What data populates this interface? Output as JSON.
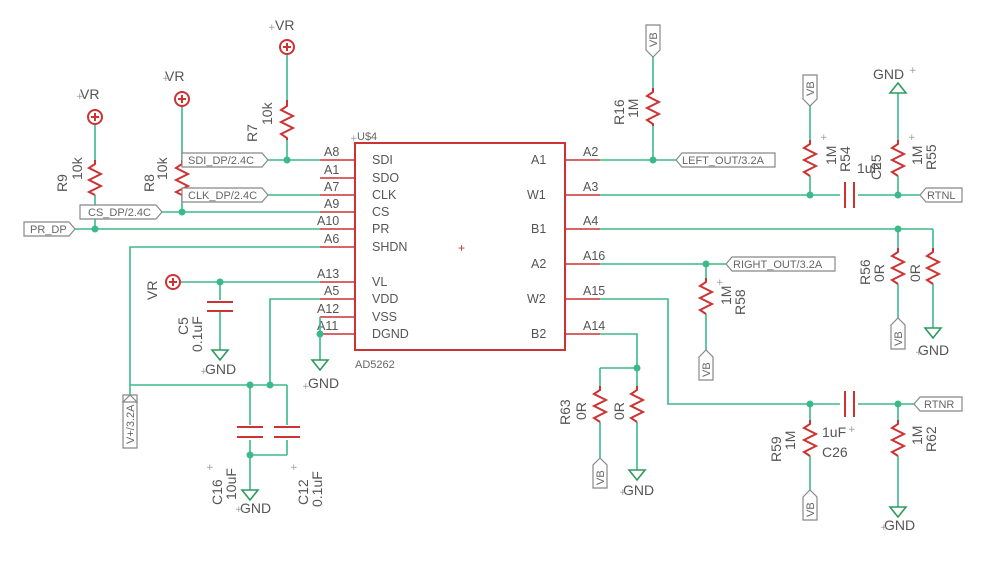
{
  "chip": {
    "ref": "U$4",
    "part": "AD5262",
    "left_pins": [
      {
        "name": "SDI",
        "net": "A8"
      },
      {
        "name": "SDO",
        "net": "A1"
      },
      {
        "name": "CLK",
        "net": "A7"
      },
      {
        "name": "CS",
        "net": "A9"
      },
      {
        "name": "PR",
        "net": "A10"
      },
      {
        "name": "SHDN",
        "net": "A6"
      },
      {
        "name": "VL",
        "net": "A13"
      },
      {
        "name": "VDD",
        "net": "A5"
      },
      {
        "name": "VSS",
        "net": "A12"
      },
      {
        "name": "DGND",
        "net": "A11"
      }
    ],
    "right_pins": [
      {
        "name": "A1",
        "net": "A2"
      },
      {
        "name": "W1",
        "net": "A3"
      },
      {
        "name": "B1",
        "net": "A4"
      },
      {
        "name": "A2",
        "net": "A16"
      },
      {
        "name": "W2",
        "net": "A15"
      },
      {
        "name": "B2",
        "net": "A14"
      }
    ]
  },
  "net_tags": {
    "sdi": "SDI_DP/2.4C",
    "clk": "CLK_DP/2.4C",
    "cs": "CS_DP/2.4C",
    "pr": "PR_DP",
    "vplus": "V+/3.2A",
    "left_out": "LEFT_OUT/3.2A",
    "right_out": "RIGHT_OUT/3.2A",
    "rtnl": "RTNL",
    "rtnr": "RTNR",
    "vb": "VB"
  },
  "supplies": {
    "vr": "VR",
    "gnd": "GND"
  },
  "components": {
    "r7": {
      "ref": "R7",
      "value": "10k"
    },
    "r8": {
      "ref": "R8",
      "value": "10k"
    },
    "r9": {
      "ref": "R9",
      "value": "10k"
    },
    "r16": {
      "ref": "R16",
      "value": "1M"
    },
    "r54": {
      "ref": "R54",
      "value": "1M"
    },
    "r55": {
      "ref": "R55",
      "value": "1M"
    },
    "r56": {
      "ref": "R56",
      "value": "0R"
    },
    "r57": {
      "value": "0R"
    },
    "r58": {
      "ref": "R58",
      "value": "1M"
    },
    "r59": {
      "ref": "R59",
      "value": "1M"
    },
    "r62": {
      "ref": "R62",
      "value": "1M"
    },
    "r63": {
      "ref": "R63",
      "value": "0R"
    },
    "r64": {
      "value": "0R"
    },
    "c5": {
      "ref": "C5",
      "value": "0.1uF"
    },
    "c12": {
      "ref": "C12",
      "value": "0.1uF"
    },
    "c16": {
      "ref": "C16",
      "value": "10uF"
    },
    "c25": {
      "ref": "C25",
      "value": "1uF"
    },
    "c26": {
      "ref": "C26",
      "value": "1uF"
    }
  },
  "colors": {
    "wire": "#3cb98a",
    "component": "#cc3333",
    "label": "#555555"
  }
}
